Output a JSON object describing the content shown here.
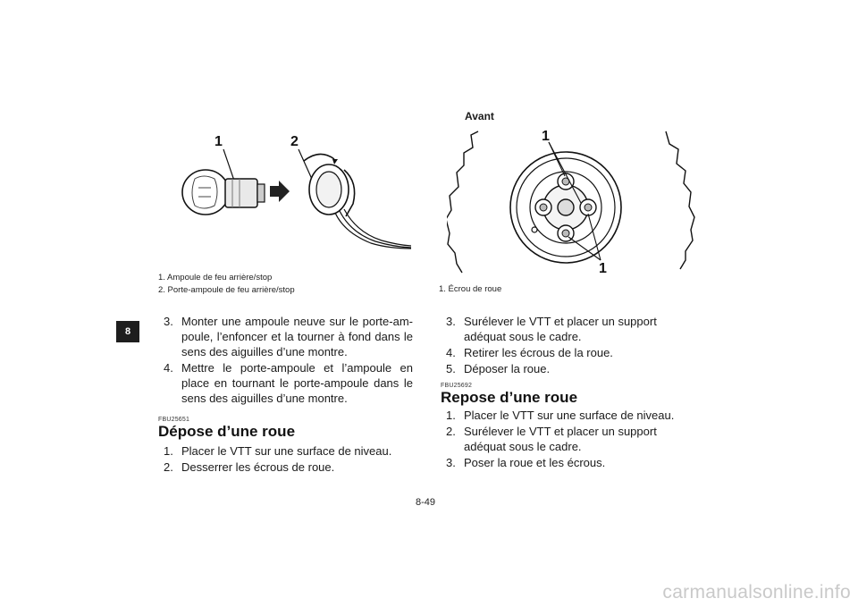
{
  "chapter": "8",
  "left_figure": {
    "callout_1": "1",
    "callout_2": "2",
    "captions": [
      "1.  Ampoule de feu arrière/stop",
      "2.  Porte-ampoule de feu arrière/stop"
    ]
  },
  "right_figure": {
    "label_front": "Avant",
    "callout_top": "1",
    "callout_bottom": "1",
    "captions": [
      "1.  Écrou de roue"
    ]
  },
  "left_steps": [
    {
      "num": "3.",
      "text": "Monter une ampoule neuve sur le porte-am-poule, l’enfoncer et la tourner à fond dans le sens des aiguilles d’une montre."
    },
    {
      "num": "4.",
      "text": "Mettre le porte-ampoule et l’ampoule en place en tournant le porte-ampoule dans le sens des aiguilles d’une montre."
    }
  ],
  "section_depose": {
    "code": "FBU25651",
    "title": "Dépose d’une roue",
    "steps": [
      {
        "num": "1.",
        "text": "Placer le VTT sur une surface de niveau."
      },
      {
        "num": "2.",
        "text": "Desserrer les écrous de roue."
      }
    ]
  },
  "right_steps": [
    {
      "num": "3.",
      "text": "Surélever le VTT et placer un support adéquat sous le cadre."
    },
    {
      "num": "4.",
      "text": "Retirer les écrous de la roue."
    },
    {
      "num": "5.",
      "text": "Déposer la roue."
    }
  ],
  "section_repose": {
    "code": "FBU25692",
    "title": "Repose d’une roue",
    "steps": [
      {
        "num": "1.",
        "text": "Placer le VTT sur une surface de niveau."
      },
      {
        "num": "2.",
        "text": "Surélever le VTT et placer un support adéquat sous le cadre."
      },
      {
        "num": "3.",
        "text": "Poser la roue et les écrous."
      }
    ]
  },
  "page_number": "8-49",
  "watermark": "carmanualsonline.info"
}
